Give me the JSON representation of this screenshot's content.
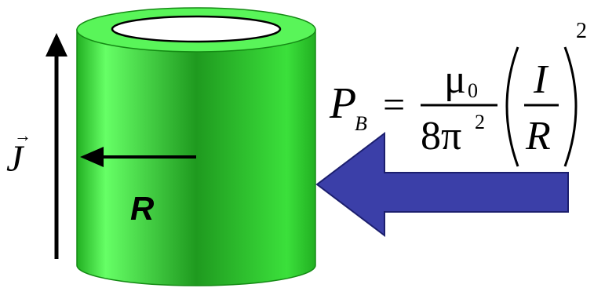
{
  "colors": {
    "cylinder_edge": "#1aa31a",
    "cylinder_light": "#66ff66",
    "cylinder_dark": "#1fa81f",
    "top_rim": "#5bff5b",
    "hole": "#ffffff",
    "pressure_arrow_fill": "#3b3fa8",
    "pressure_arrow_stroke": "#1c1f6e",
    "line_color": "#000000"
  },
  "icons": {
    "current_arrow": "up-arrow",
    "radius_arrow": "left-arrow",
    "pressure_arrow": "left-block-arrow"
  },
  "labels": {
    "current_symbol": "J",
    "current_vector_mark": "→",
    "radius_label": "R"
  },
  "formula": {
    "lhs_symbol": "P",
    "lhs_subscript": "B",
    "equals": "=",
    "numerator_symbol": "μ",
    "numerator_subscript": "0",
    "denominator_number": "8",
    "denominator_symbol": "π",
    "denominator_exponent": "2",
    "inner_numerator": "I",
    "inner_denominator": "R",
    "outer_exponent": "2"
  }
}
